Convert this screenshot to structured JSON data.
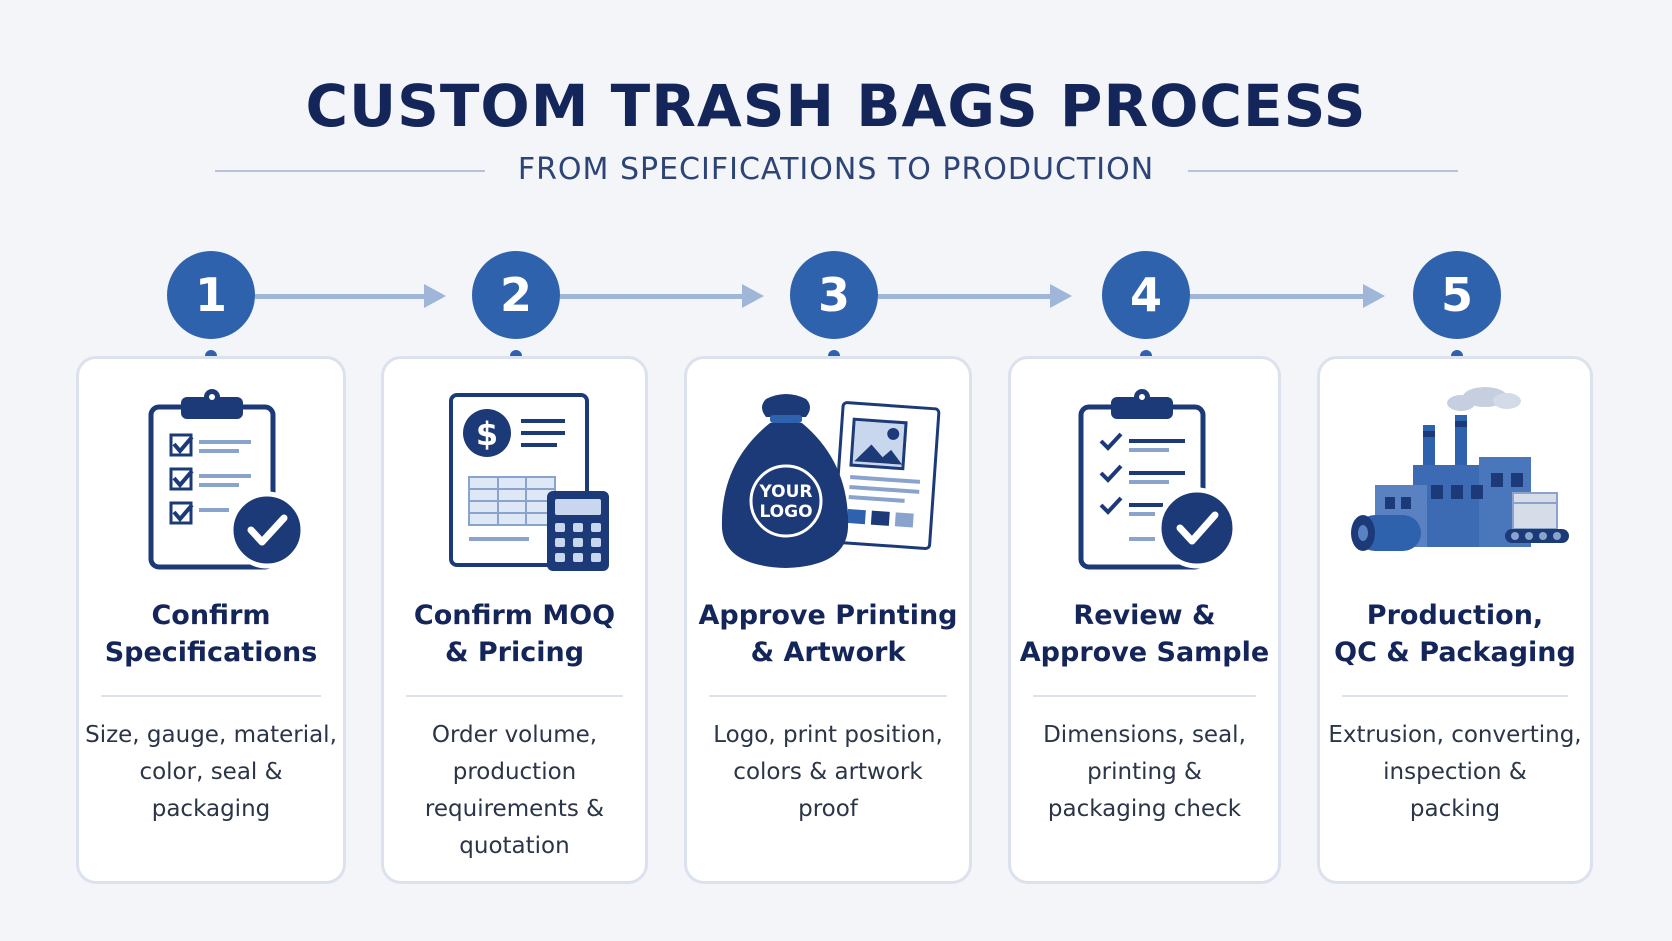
{
  "title": "CUSTOM TRASH BAGS PROCESS",
  "subtitle": "FROM SPECIFICATIONS TO PRODUCTION",
  "colors": {
    "primary": "#2f62ad",
    "navy": "#14255a",
    "connector": "#9fb6d9",
    "background": "#f3f5f9",
    "card_border": "#dbe2ee"
  },
  "steps": [
    {
      "number": "1",
      "icon": "clipboard-checklist-icon",
      "title_lines": [
        "Confirm",
        "Specifications"
      ],
      "desc_lines": [
        "Size, gauge, material,",
        "color, seal &",
        "packaging"
      ]
    },
    {
      "number": "2",
      "icon": "invoice-calculator-icon",
      "title_lines": [
        "Confirm MOQ",
        "& Pricing"
      ],
      "desc_lines": [
        "Order volume,",
        "production",
        "requirements &",
        "quotation"
      ]
    },
    {
      "number": "3",
      "icon": "logo-bag-artwork-icon",
      "logo_text": [
        "YOUR",
        "LOGO"
      ],
      "title_lines": [
        "Approve Printing",
        "& Artwork"
      ],
      "desc_lines": [
        "Logo, print position,",
        "colors & artwork",
        "proof"
      ]
    },
    {
      "number": "4",
      "icon": "clipboard-approval-icon",
      "title_lines": [
        "Review &",
        "Approve Sample"
      ],
      "desc_lines": [
        "Dimensions, seal,",
        "printing &",
        "packaging check"
      ]
    },
    {
      "number": "5",
      "icon": "factory-icon",
      "title_lines": [
        "Production,",
        "QC & Packaging"
      ],
      "desc_lines": [
        "Extrusion, converting,",
        "inspection &",
        "packing"
      ]
    }
  ]
}
